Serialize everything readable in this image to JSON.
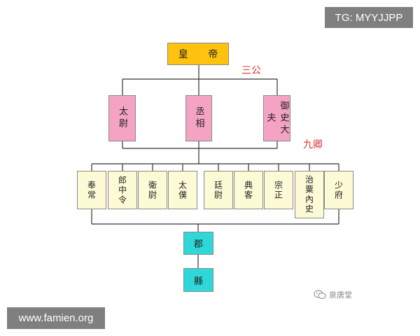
{
  "watermark": {
    "top": "TG: MYYJJPP",
    "bottom": "www.famien.org"
  },
  "diagram": {
    "emperor": "皇 帝",
    "groups": {
      "san_gong": "三公",
      "jiu_qing": "九卿"
    },
    "san_gong": [
      "太尉",
      "丞相",
      "御史大夫"
    ],
    "jiu_qing": [
      "奉常",
      "郎中令",
      "衛尉",
      "太僕",
      "廷尉",
      "典客",
      "宗正",
      "治粟內史",
      "少府"
    ],
    "commandery": "郡",
    "county": "縣"
  },
  "brand": {
    "label": "泉唐堂",
    "icon": "wechat-icon"
  },
  "colors": {
    "emperor": "#ffc20e",
    "san_gong": "#f4a3c3",
    "jiu_qing": "#fdfbd6",
    "local": "#2fd8d8",
    "group_label": "#d9322e"
  }
}
